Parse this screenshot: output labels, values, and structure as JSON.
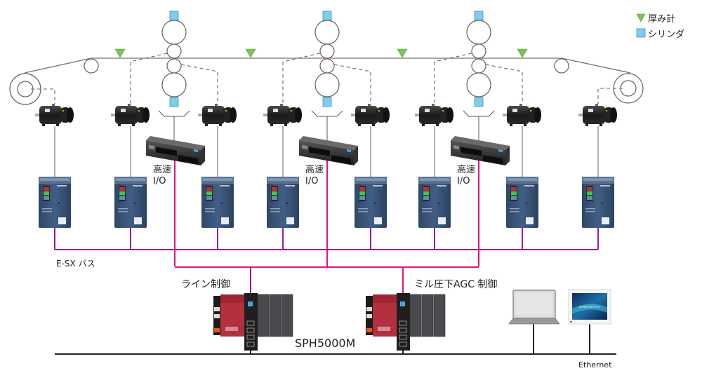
{
  "legend": {
    "items": [
      {
        "icon": "triangle-down",
        "label": "厚み計",
        "color": "#7cc35a"
      },
      {
        "icon": "square",
        "label": "シリンダ",
        "color": "#7dcdf0"
      }
    ]
  },
  "labels": {
    "high_speed_io": [
      "高速",
      "I/O"
    ],
    "esx_bus": "E-SX バス",
    "line_control": "ライン制御",
    "mill_agc_control": "ミル圧下AGC 制御",
    "plc_model": "SPH5000M",
    "ethernet": "Ethernet",
    "hmi_screen_text": "MONITOUCH V10"
  },
  "colors": {
    "thickness_gauge": "#7cc35a",
    "cylinder": "#7dcdf0",
    "esx_bus_line": "#9c1a9a",
    "io_line": "#e0147f",
    "ethernet_line": "#222222",
    "strip_line": "#7a6f6a",
    "dashed_link": "#666666",
    "inverter_body": "#3a5578",
    "plc_cpu_red": "#b3303f",
    "plc_module_gray": "#4a4a4e"
  },
  "stands": 3,
  "motors": 8,
  "inverters": 8,
  "io_modules": 3,
  "plcs": 2,
  "pc_devices": [
    "laptop",
    "hmi-touch-panel"
  ]
}
